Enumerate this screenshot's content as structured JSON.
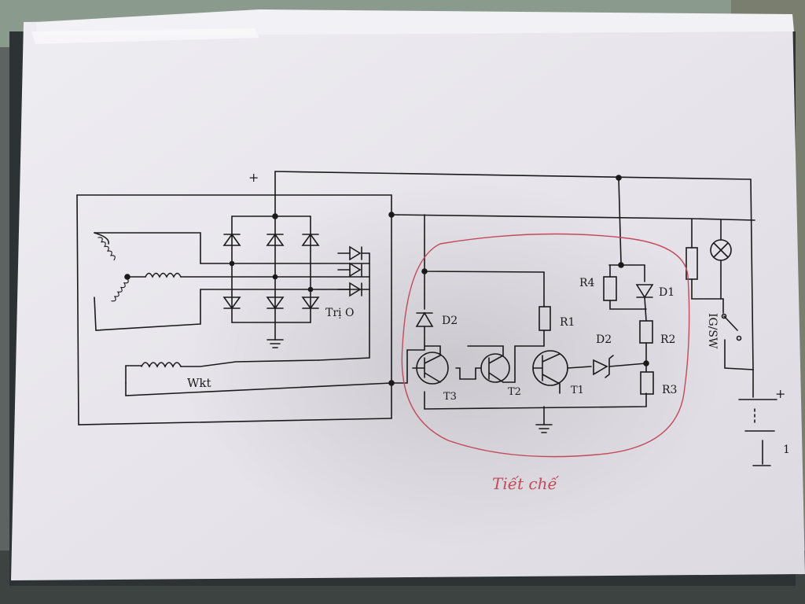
{
  "labels": {
    "plus_top": "+",
    "triode": "Trị O",
    "wkt": "Wkt",
    "R1": "R1",
    "R2": "R2",
    "R3": "R3",
    "R4": "R4",
    "D1": "D1",
    "D2_upper": "D2",
    "D2_lower": "D2",
    "T1": "T1",
    "T2": "T2",
    "T3": "T3",
    "igsw": "IG/SW",
    "bat_plus": "+",
    "bat_one": "1",
    "regulator": "Tiết chế"
  },
  "colors": {
    "paper": "#e8e6ec",
    "ink": "#1a1a1a",
    "regulator_outline": "#c24a5a",
    "background": "#5d6360"
  }
}
